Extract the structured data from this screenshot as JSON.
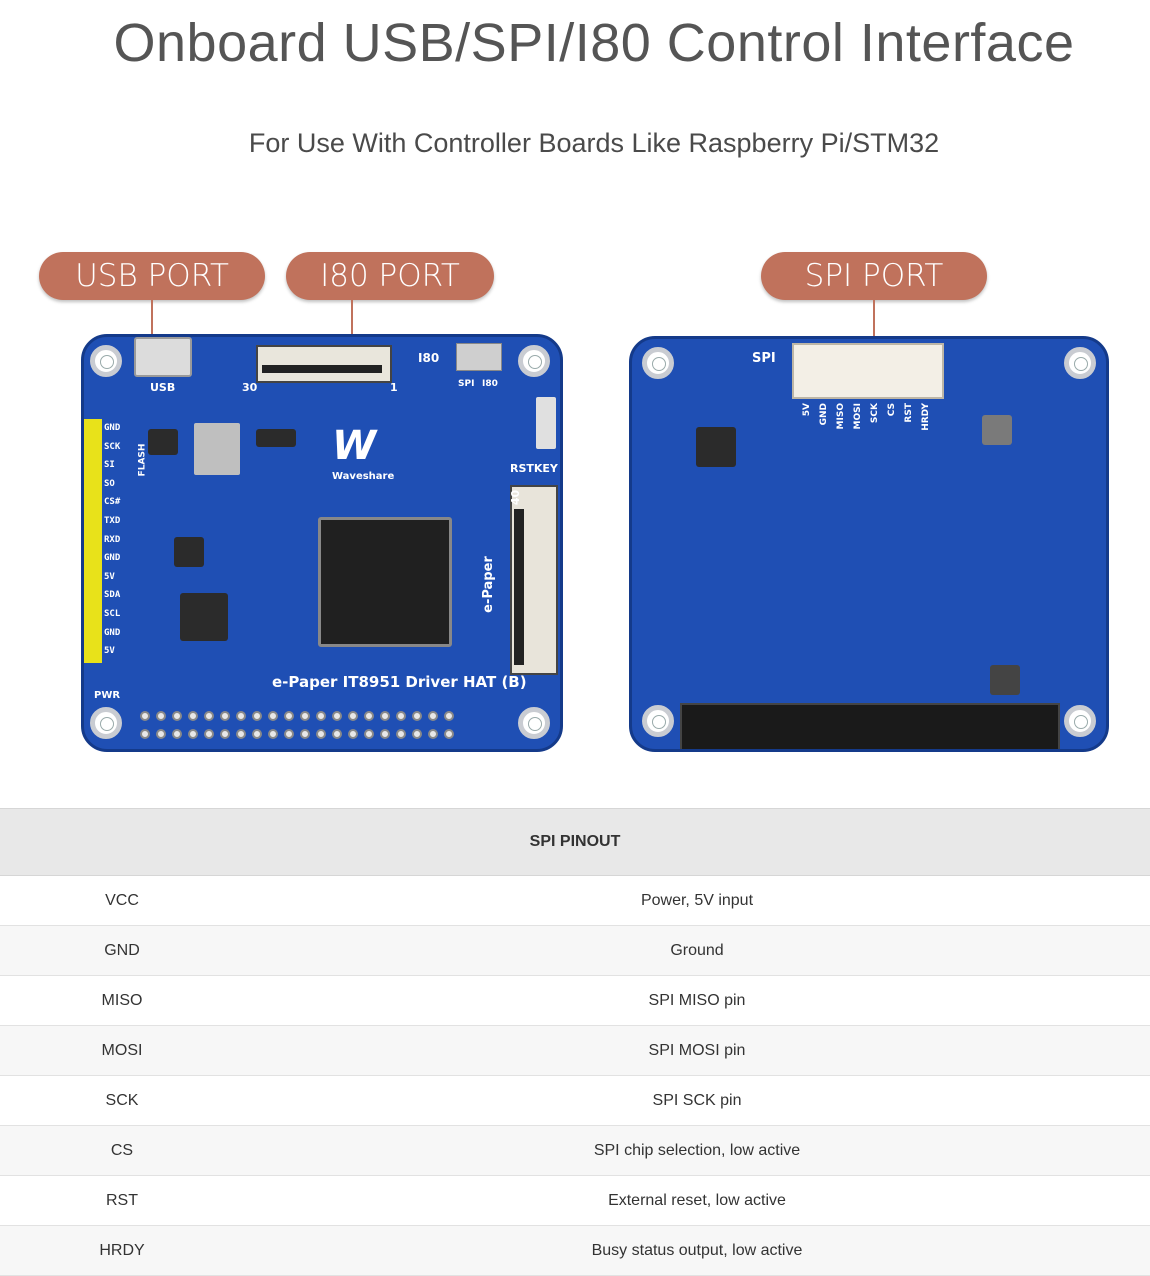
{
  "heading": {
    "title": "Onboard USB/SPI/I80 Control Interface",
    "subtitle": "For Use With Controller Boards Like Raspberry Pi/STM32"
  },
  "callouts": {
    "usb_port": "USB PORT",
    "i80_port": "I80 PORT",
    "spi_port": "SPI PORT"
  },
  "front_board": {
    "usb_label": "USB",
    "i80_label": "I80",
    "pin30_label": "30",
    "pin1_label": "1",
    "spi_sel": "SPI",
    "i80_sel": "I80",
    "flash_label": "FLASH",
    "brand": "Waveshare",
    "rstkey": "RSTKEY",
    "fpc_40": "40",
    "fpc_label": "e-Paper",
    "board_name": "e-Paper IT8951 Driver HAT (B)",
    "pwr_label": "PWR",
    "side_pins": [
      "GND",
      "SCK",
      "SI",
      "SO",
      "CS#",
      "TXD",
      "RXD",
      "GND",
      "5V",
      "SDA",
      "SCL",
      "GND",
      "5V"
    ]
  },
  "back_board": {
    "spi_label": "SPI",
    "pins": [
      "5V",
      "GND",
      "MISO",
      "MOSI",
      "SCK",
      "CS",
      "RST",
      "HRDY"
    ]
  },
  "pinout": {
    "header": "SPI PINOUT",
    "rows": [
      {
        "pin": "VCC",
        "desc": "Power, 5V input"
      },
      {
        "pin": "GND",
        "desc": "Ground"
      },
      {
        "pin": "MISO",
        "desc": "SPI MISO pin"
      },
      {
        "pin": "MOSI",
        "desc": "SPI MOSI pin"
      },
      {
        "pin": "SCK",
        "desc": "SPI SCK pin"
      },
      {
        "pin": "CS",
        "desc": "SPI chip selection, low active"
      },
      {
        "pin": "RST",
        "desc": "External reset, low active"
      },
      {
        "pin": "HRDY",
        "desc": "Busy status output, low active"
      }
    ]
  },
  "colors": {
    "callout": "#c0725c",
    "pcb": "#1f4fb4",
    "title_text": "#555555"
  }
}
